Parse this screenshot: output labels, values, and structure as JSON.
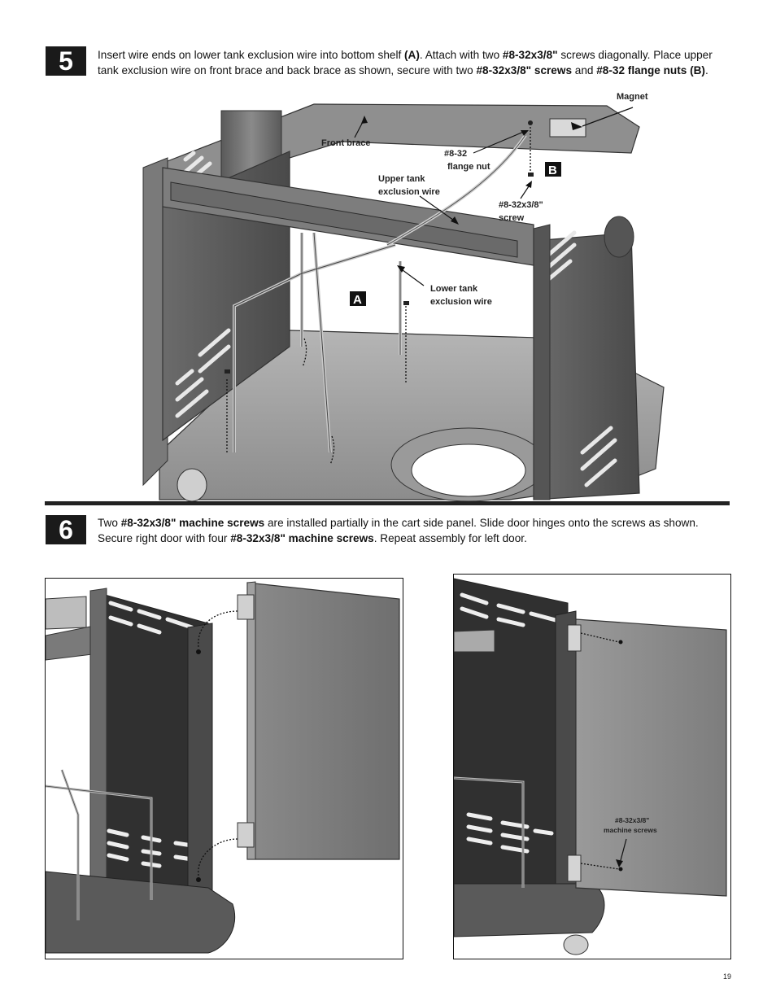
{
  "step5": {
    "number": "5",
    "text": [
      {
        "t": "Insert wire ends on lower tank exclusion wire into bottom shelf ",
        "b": false
      },
      {
        "t": "(A)",
        "b": true
      },
      {
        "t": ". Attach with two ",
        "b": false
      },
      {
        "t": "#8-32x3/8\"",
        "b": true
      },
      {
        "t": " screws diagonally. Place upper tank exclusion wire on front brace and back brace as shown, secure with  two ",
        "b": false
      },
      {
        "t": "#8-32x3/8\" screws",
        "b": true
      },
      {
        "t": " and ",
        "b": false
      },
      {
        "t": "#8-32 flange nuts",
        "b": true
      },
      {
        "t": " ",
        "b": false
      },
      {
        "t": "(B)",
        "b": true
      },
      {
        "t": ".",
        "b": false
      }
    ],
    "labels": {
      "magnet": "Magnet",
      "front_brace": "Front brace",
      "flange_nut_1": "#8-32",
      "flange_nut_2": "flange nut",
      "upper_wire_1": "Upper tank",
      "upper_wire_2": "exclusion wire",
      "screw_1": "#8-32x3/8\"",
      "screw_2": "screw",
      "lower_wire_1": "Lower tank",
      "lower_wire_2": "exclusion wire",
      "tag_a": "A",
      "tag_b": "B"
    }
  },
  "step6": {
    "number": "6",
    "text": [
      {
        "t": "Two ",
        "b": false
      },
      {
        "t": "#8-32x3/8\" machine screws",
        "b": true
      },
      {
        "t": " are installed partially in the cart side panel. Slide door hinges onto the screws as shown. Secure right door with four ",
        "b": false
      },
      {
        "t": "#8-32x3/8\" machine screws",
        "b": true
      },
      {
        "t": ". Repeat assembly for left door.",
        "b": false
      }
    ],
    "labels": {
      "machine_screws_1": "#8-32x3/8\"",
      "machine_screws_2": "machine screws"
    }
  },
  "page_number": "19"
}
